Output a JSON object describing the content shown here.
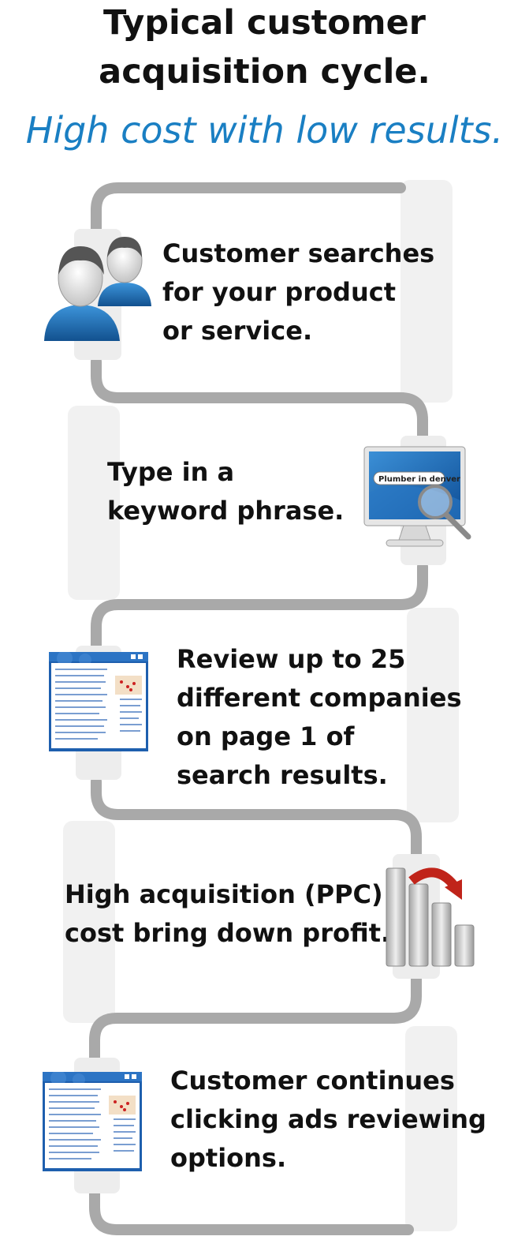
{
  "title": {
    "line1": "Typical customer",
    "line2": "acquisition cycle."
  },
  "subtitle": "High cost with low results.",
  "steps": [
    {
      "lines": [
        "Customer searches",
        "for your product",
        "or service."
      ],
      "icon": "users-icon"
    },
    {
      "lines": [
        "Type in a",
        "keyword phrase."
      ],
      "icon": "monitor-search-icon"
    },
    {
      "lines": [
        "Review up to 25",
        "different companies",
        "on page 1 of",
        "search results."
      ],
      "icon": "search-results-window-icon"
    },
    {
      "lines": [
        "High acquisition (PPC)",
        "cost bring down profit."
      ],
      "icon": "declining-bar-chart-icon"
    },
    {
      "lines": [
        "Customer continues",
        "clicking ads reviewing",
        "options."
      ],
      "icon": "search-results-window-icon"
    }
  ],
  "monitor": {
    "search_text": "Plumber in denver"
  },
  "colors": {
    "path": "#a9a9a9",
    "band": "#f1f1f1",
    "subtitle": "#1a7fc3",
    "person": "#1e6fb8",
    "arrow": "#c0241a"
  }
}
